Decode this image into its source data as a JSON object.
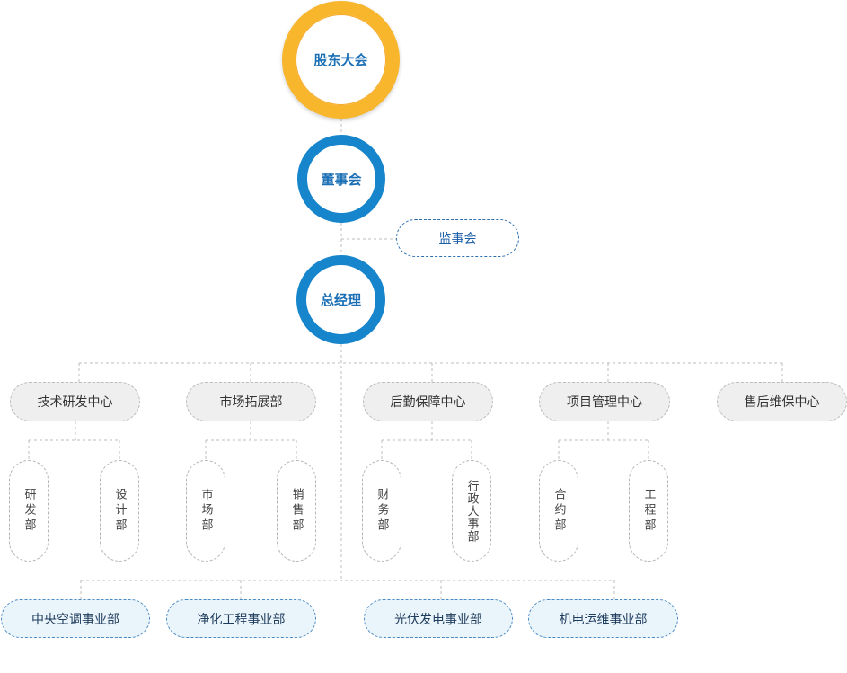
{
  "top": {
    "shareholders": "股东大会",
    "board": "董事会",
    "supervisors": "监事会",
    "gm": "总经理"
  },
  "centers": [
    {
      "label": "技术研发中心",
      "subs": [
        "研发部",
        "设计部"
      ]
    },
    {
      "label": "市场拓展部",
      "subs": [
        "市场部",
        "销售部"
      ]
    },
    {
      "label": "后勤保障中心",
      "subs": [
        "财务部",
        "行政人事部"
      ]
    },
    {
      "label": "项目管理中心",
      "subs": [
        "合约部",
        "工程部"
      ]
    },
    {
      "label": "售后维保中心",
      "subs": []
    }
  ],
  "business_units": [
    "中央空调事业部",
    "净化工程事业部",
    "光伏发电事业部",
    "机电运维事业部"
  ]
}
